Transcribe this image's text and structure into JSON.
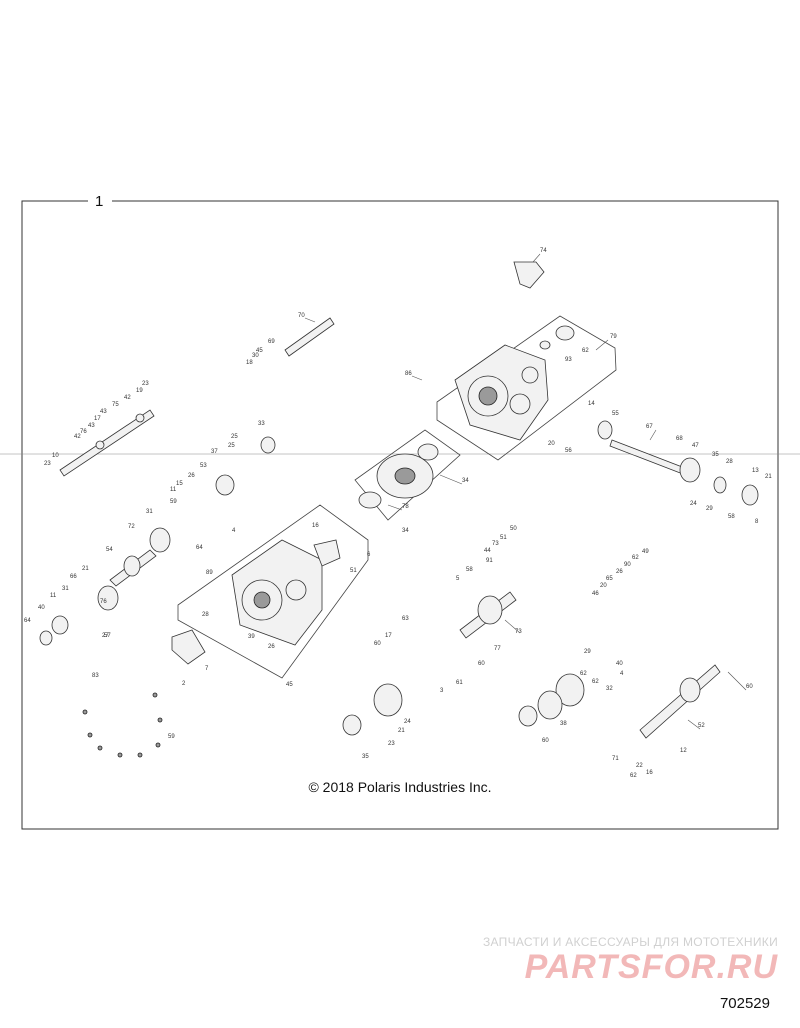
{
  "assembly_label": "1",
  "copyright": "© 2018 Polaris Industries Inc.",
  "document_number": "702529",
  "watermark": {
    "tagline": "ЗАПЧАСТИ И АКСЕССУАРЫ ДЛЯ МОТОТЕХНИКИ",
    "logo_text": "PARTSFOR.RU",
    "colors": {
      "logo": "#f2b8b8",
      "tagline": "#d0d0d0"
    }
  },
  "callouts": [
    "74",
    "70",
    "69",
    "45",
    "30",
    "18",
    "79",
    "93",
    "62",
    "86",
    "23",
    "42",
    "19",
    "75",
    "43",
    "17",
    "43",
    "76",
    "42",
    "10",
    "23",
    "14",
    "55",
    "67",
    "20",
    "56",
    "33",
    "68",
    "47",
    "35",
    "28",
    "37",
    "25",
    "53",
    "21",
    "13",
    "24",
    "29",
    "58",
    "8",
    "25",
    "26",
    "15",
    "11",
    "59",
    "31",
    "76",
    "34",
    "78",
    "34",
    "16",
    "4",
    "50",
    "51",
    "72",
    "91",
    "44",
    "73",
    "6",
    "64",
    "58",
    "54",
    "89",
    "51",
    "5",
    "49",
    "62",
    "90",
    "26",
    "65",
    "20",
    "46",
    "21",
    "66",
    "31",
    "11",
    "28",
    "57",
    "63",
    "40",
    "64",
    "39",
    "17",
    "73",
    "77",
    "29",
    "60",
    "60",
    "40",
    "27",
    "26",
    "83",
    "2",
    "7",
    "4",
    "45",
    "32",
    "61",
    "59",
    "38",
    "3",
    "52",
    "24",
    "60",
    "21",
    "23",
    "60",
    "12",
    "22",
    "16",
    "35",
    "71",
    "62",
    "62",
    "62",
    "16",
    "11",
    "31",
    "33"
  ],
  "colors": {
    "line": "#333333",
    "background": "#ffffff"
  }
}
